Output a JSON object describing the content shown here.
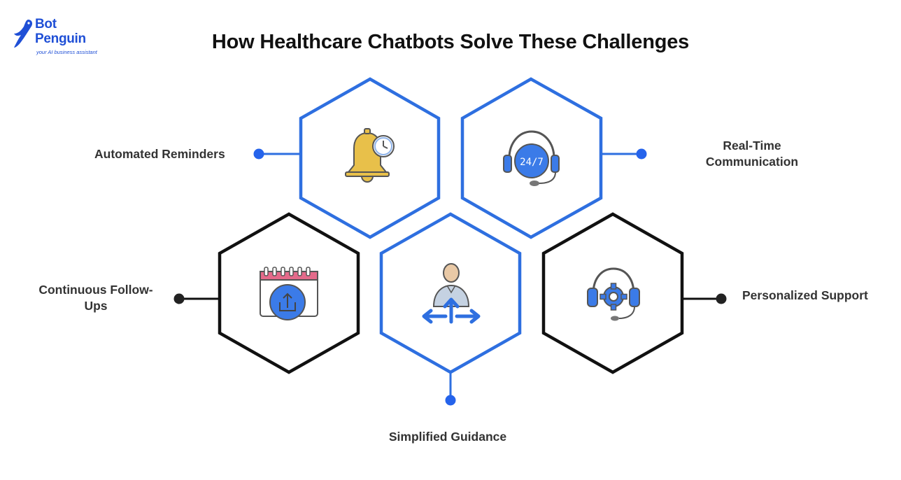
{
  "brand": {
    "line1": "Bot",
    "line2": "Penguin",
    "tagline": "your AI business assistant",
    "color": "#1f4fd6"
  },
  "title": "How Healthcare Chatbots Solve These Challenges",
  "colors": {
    "blue": "#2e6fe0",
    "black": "#111111",
    "dot_blue": "#2563eb",
    "dot_black": "#222222",
    "bell": "#e8c04a",
    "icon_blue": "#3b7be8"
  },
  "items": [
    {
      "label": "Automated Reminders",
      "icon": "bell-clock-icon",
      "outline": "blue"
    },
    {
      "label": "Real-Time Communication",
      "icon": "headset-247-icon",
      "outline": "blue"
    },
    {
      "label": "Continuous Follow-Ups",
      "icon": "calendar-upload-icon",
      "outline": "black"
    },
    {
      "label": "Simplified Guidance",
      "icon": "person-arrows-icon",
      "outline": "blue"
    },
    {
      "label": "Personalized Support",
      "icon": "headset-gear-icon",
      "outline": "black"
    }
  ]
}
